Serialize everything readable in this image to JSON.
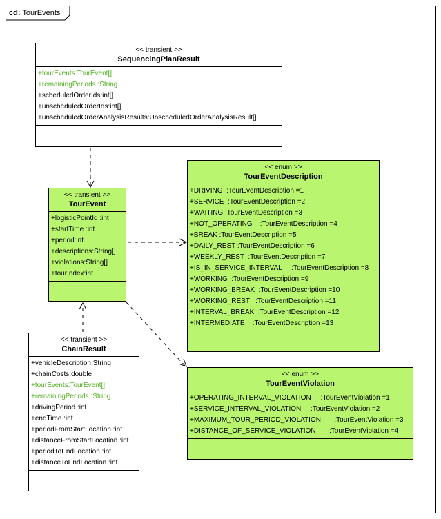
{
  "frame": {
    "kind": "cd:",
    "name": "TourEvents"
  },
  "classes": {
    "sequencing": {
      "stereotype": "<< transient >>",
      "name": "SequencingPlanResult",
      "attributes": [
        {
          "text": "+tourEvents:TourEvent[]",
          "highlight": true
        },
        {
          "text": "+remainingPeriods :String",
          "highlight": true
        },
        {
          "text": "+scheduledOrderIds:int[]",
          "highlight": false
        },
        {
          "text": "+unscheduledOrderIds:int[]",
          "highlight": false
        },
        {
          "text": "+unscheduledOrderAnalysisResults:UnscheduledOrderAnalysisResult[]",
          "highlight": false
        }
      ]
    },
    "tourEvent": {
      "stereotype": "<< transient >>",
      "name": "TourEvent",
      "attributes": [
        {
          "text": "+logisticPointId :int",
          "highlight": false
        },
        {
          "text": "+startTime :int",
          "highlight": false
        },
        {
          "text": "+period:int",
          "highlight": false
        },
        {
          "text": "+descriptions:String[]",
          "highlight": false
        },
        {
          "text": "+violations:String[]",
          "highlight": false
        },
        {
          "text": "+tourIndex:int",
          "highlight": false
        }
      ]
    },
    "description": {
      "stereotype": "<< enum >>",
      "name": "TourEventDescription",
      "attributes": [
        {
          "text": "+DRIVING  :TourEventDescription =1",
          "highlight": false
        },
        {
          "text": "+SERVICE  :TourEventDescription =2",
          "highlight": false
        },
        {
          "text": "+WAITING :TourEventDescription =3",
          "highlight": false
        },
        {
          "text": "+NOT_OPERATING    :TourEventDescription =4",
          "highlight": false
        },
        {
          "text": "+BREAK :TourEventDescription =5",
          "highlight": false
        },
        {
          "text": "+DAILY_REST :TourEventDescription =6",
          "highlight": false
        },
        {
          "text": "+WEEKLY_REST  :TourEventDescription =7",
          "highlight": false
        },
        {
          "text": "+IS_IN_SERVICE_INTERVAL     :TourEventDescription =8",
          "highlight": false
        },
        {
          "text": "+WORKING  :TourEventDescription =9",
          "highlight": false
        },
        {
          "text": "+WORKING_BREAK  :TourEventDescription =10",
          "highlight": false
        },
        {
          "text": "+WORKING_REST   :TourEventDescription =11",
          "highlight": false
        },
        {
          "text": "+INTERVAL_BREAK  :TourEventDescription =12",
          "highlight": false
        },
        {
          "text": "+INTERMEDIATE    :TourEventDescription =13",
          "highlight": false
        }
      ]
    },
    "chainResult": {
      "stereotype": "<< transient >>",
      "name": "ChainResult",
      "attributes": [
        {
          "text": "+vehicleDescription:String",
          "highlight": false
        },
        {
          "text": "+chainCosts:double",
          "highlight": false
        },
        {
          "text": "+tourEvents:TourEvent[]",
          "highlight": true
        },
        {
          "text": "+remainingPeriods :String",
          "highlight": true
        },
        {
          "text": "+drivingPeriod :int",
          "highlight": false
        },
        {
          "text": "+endTime :int",
          "highlight": false
        },
        {
          "text": "+periodFromStartLocation :int",
          "highlight": false
        },
        {
          "text": "+distanceFromStartLocation :int",
          "highlight": false
        },
        {
          "text": "+periodToEndLocation :int",
          "highlight": false
        },
        {
          "text": "+distanceToEndLocation :int",
          "highlight": false
        }
      ]
    },
    "violation": {
      "stereotype": "<< enum >>",
      "name": "TourEventViolation",
      "attributes": [
        {
          "text": "+OPERATING_INTERVAL_VIOLATION     :TourEventViolation =1",
          "highlight": false
        },
        {
          "text": "+SERVICE_INTERVAL_VIOLATION     :TourEventViolation =2",
          "highlight": false
        },
        {
          "text": "+MAXIMUM_TOUR_PERIOD_VIOLATION       :TourEventViolation =3",
          "highlight": false
        },
        {
          "text": "+DISTANCE_OF_SERVICE_VIOLATION       :TourEventViolation =4",
          "highlight": false
        }
      ]
    }
  },
  "colors": {
    "class_fill_green": "#b9f56e",
    "highlight_text": "#55b227",
    "line": "#000000"
  }
}
